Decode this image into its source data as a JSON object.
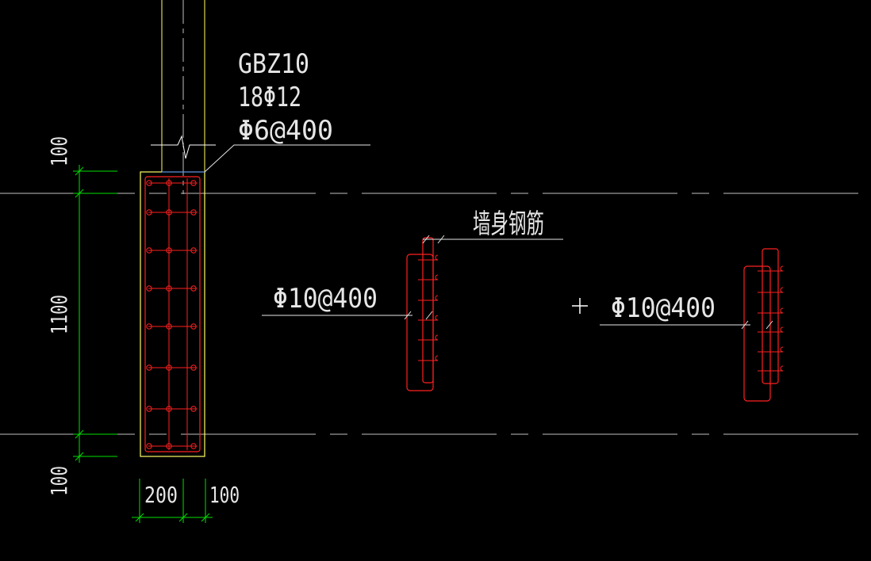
{
  "colors": {
    "background": "#000000",
    "text": "#e6e6e6",
    "wall_outline": "#ffff66",
    "rebar": "#ff2020",
    "dimension": "#00e000",
    "axis": "#bfbfbf",
    "wall_centerline": "#bfbfbf",
    "cursor": "#ffffff"
  },
  "labels": {
    "component_id": "GBZ10",
    "longitudinal_bars": "18Φ12",
    "stirrups": "Φ6@400",
    "wall_rebar": "墙身钢筋",
    "tie_bar_1": "Φ10@400",
    "tie_bar_2": "Φ10@400"
  },
  "dimensions": {
    "top_extension": "100",
    "column_length": "1100",
    "bottom_extension": "100",
    "width_left": "200",
    "width_right": "100"
  }
}
